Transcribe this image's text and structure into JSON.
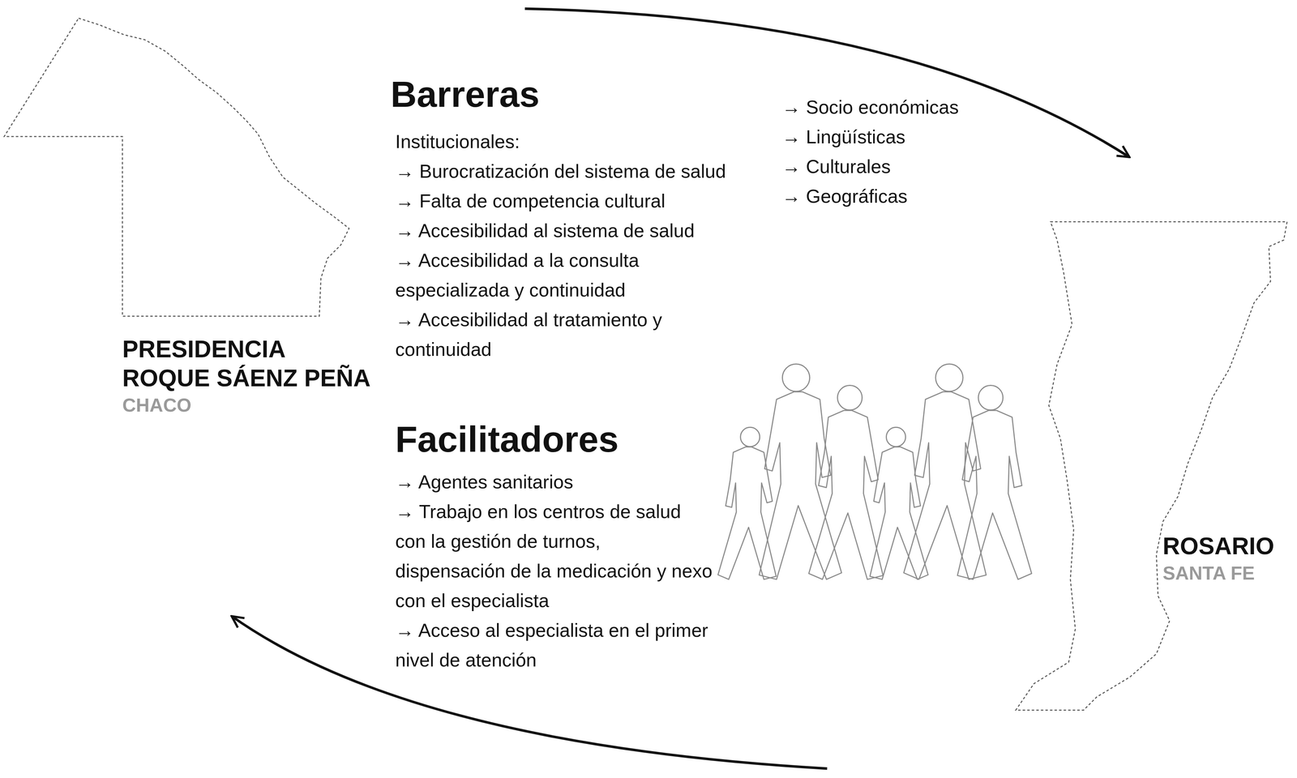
{
  "diagram": {
    "nodes": [
      {
        "text": [
          "PRESIDENCIA ROQUE SÁENZ PEÑA",
          "CHACO"
        ]
      },
      {
        "text": [
          "ROSARIO",
          "SANTA FE"
        ]
      }
    ],
    "edges": [
      {
        "from": 0,
        "to": 1,
        "arrow": "to"
      },
      {
        "from": 1,
        "to": 0,
        "arrow": "to"
      }
    ],
    "labels": [
      "Barreras",
      "Institucionales:",
      "→ Burocratización del sistema de salud",
      "→ Falta de competencia cultural",
      "→ Accesibilidad al sistema de salud",
      "→ Accesibilidad a la consulta especializada y continuidad",
      "→ Accesibilidad al tratamiento y continuidad",
      "→ Socio económicas",
      "→ Lingüísticas",
      "→ Culturales",
      "→ Geográficas",
      "Facilitadores",
      "→ Agentes sanitarios",
      "→ Trabajo en los centros de salud con la gestión de turnos, dispensación de la medicación y nexo con el especialista",
      "→ Acceso al especialista en el primer nivel de atención"
    ]
  }
}
